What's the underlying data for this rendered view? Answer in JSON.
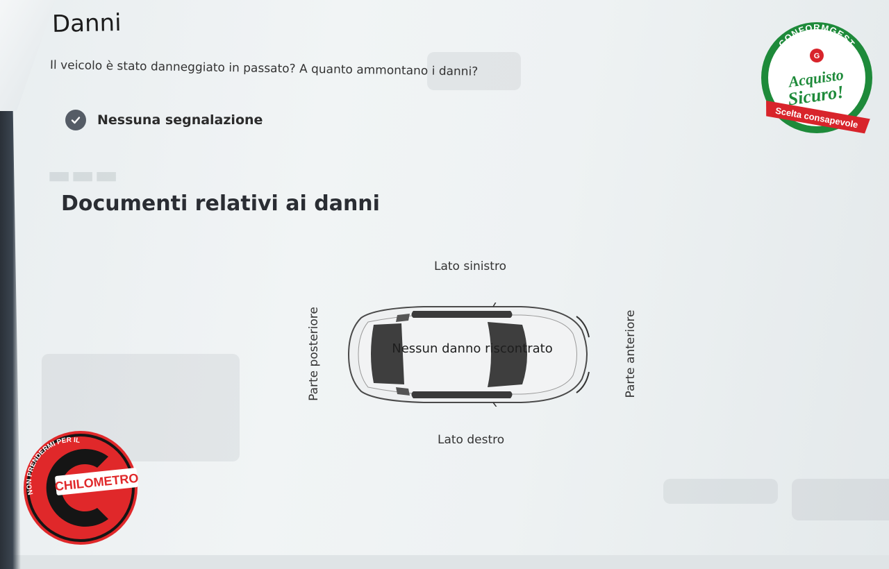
{
  "damage": {
    "title": "Danni",
    "question": "Il veicolo è stato danneggiato in passato? A quanto ammontano i danni?",
    "status": "Nessuna segnalazione"
  },
  "documents": {
    "title": "Documenti relativi ai danni"
  },
  "diagram": {
    "left_side": "Lato sinistro",
    "right_side": "Lato destro",
    "rear": "Parte posteriore",
    "front": "Parte anteriore",
    "result": "Nessun danno riscontrato"
  },
  "badges": {
    "conformgest": {
      "brand": "CONFORMGEST",
      "line1": "Acquisto",
      "line2": "Sicuro!",
      "ribbon": "Scelta consapevole",
      "colors": {
        "green": "#1e8a3a",
        "red": "#d8242b"
      }
    },
    "chilometro": {
      "arc_text": "NON PRENDERMI PER IL",
      "word": "CHILOMETRO",
      "colors": {
        "red": "#e0282a",
        "black": "#151515"
      }
    }
  }
}
